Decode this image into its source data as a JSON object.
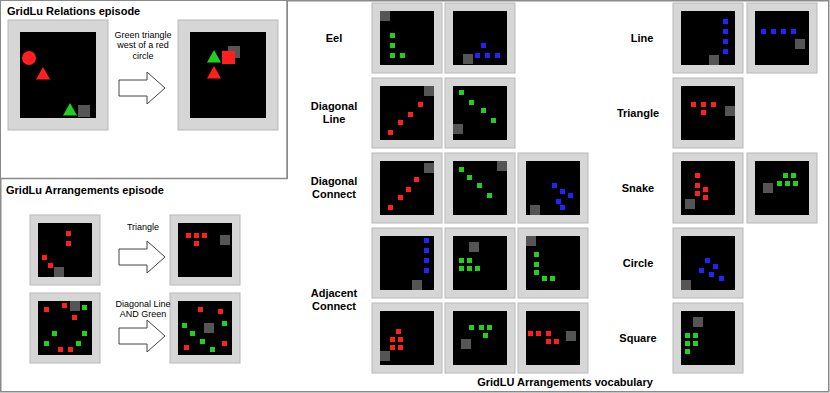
{
  "diagram": {
    "title": "GridLu Relations episode",
    "nodes": [
      {
        "text": [
          "GridLu Relations episode"
        ]
      },
      {
        "text": [
          "GridLu Arrangements episode",
          "GridLU Arrangements vocabulary"
        ]
      }
    ],
    "labels": [
      "Green triangle west of a red circle",
      "Triangle",
      "Diagonal Line AND Green",
      "Eel",
      "Diagonal Line",
      "Diagonal Connect",
      "Adjacent Connect",
      "Line",
      "Triangle",
      "Snake",
      "Circle",
      "Square"
    ]
  }
}
